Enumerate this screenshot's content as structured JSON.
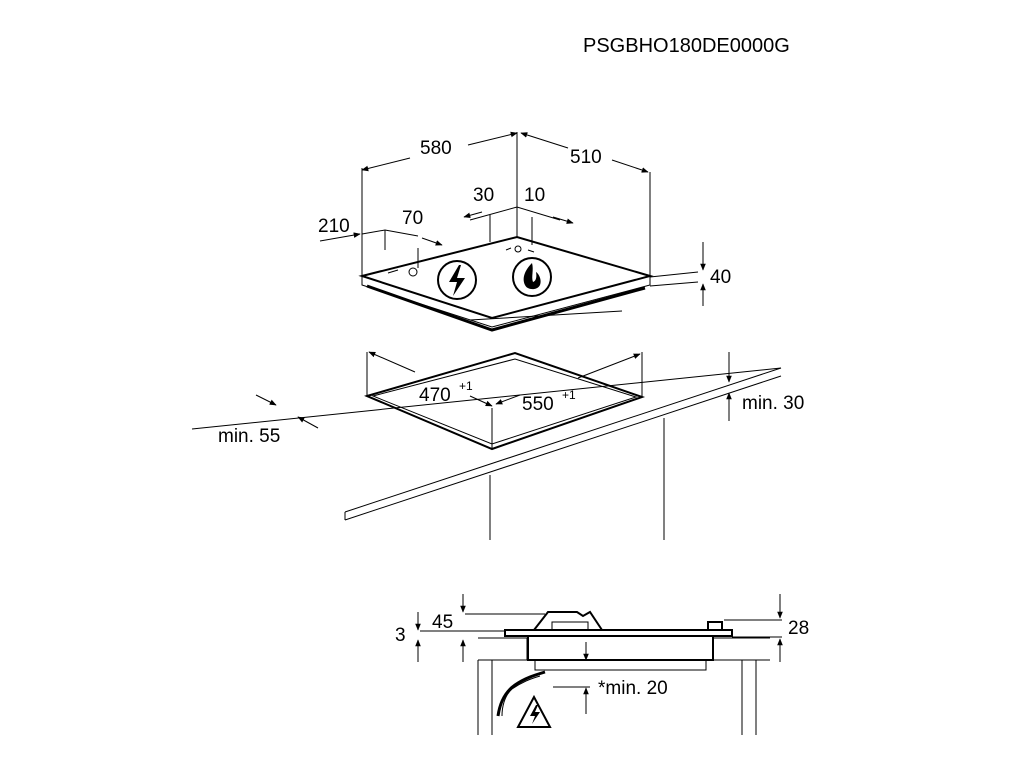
{
  "model_code": "PSGBHO180DE0000G",
  "top_view": {
    "width": "580",
    "depth": "510",
    "burner_offset_left": "210",
    "knob_offset": "70",
    "rear_offset_30": "30",
    "rear_offset_10": "10",
    "height": "40"
  },
  "cutout": {
    "depth": "470",
    "depth_tol": "+1",
    "width": "550",
    "width_tol": "+1",
    "min_front": "min. 55",
    "min_side": "min. 30"
  },
  "section": {
    "a": "3",
    "b": "45",
    "c": "28",
    "min_below": "*min. 20"
  },
  "icons": {
    "electric_zone": "lightning-icon",
    "gas_zone": "flame-icon",
    "warning": "electric-hazard-warning-icon"
  }
}
